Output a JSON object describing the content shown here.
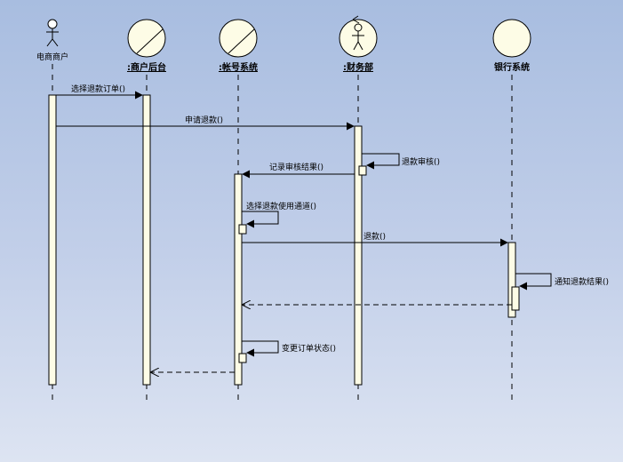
{
  "diagram": {
    "type": "sequence",
    "lifelines": [
      {
        "id": "merchant",
        "label": "电商商户",
        "kind": "actor"
      },
      {
        "id": "backend",
        "label": ":商户后台",
        "kind": "boundary"
      },
      {
        "id": "account",
        "label": ":帐号系统",
        "kind": "boundary"
      },
      {
        "id": "finance",
        "label": ":财务部",
        "kind": "control-actor"
      },
      {
        "id": "bank",
        "label": "银行系统",
        "kind": "entity"
      }
    ],
    "messages": [
      {
        "from": "merchant",
        "to": "backend",
        "label": "选择退款订单()",
        "style": "sync"
      },
      {
        "from": "merchant",
        "to": "finance",
        "label": "申请退款()",
        "style": "sync"
      },
      {
        "from": "finance",
        "to": "finance",
        "label": "退款审核()",
        "style": "self"
      },
      {
        "from": "finance",
        "to": "account",
        "label": "记录审核结果()",
        "style": "sync"
      },
      {
        "from": "account",
        "to": "account",
        "label": "选择退款使用通道()",
        "style": "self"
      },
      {
        "from": "account",
        "to": "bank",
        "label": "退款()",
        "style": "sync"
      },
      {
        "from": "bank",
        "to": "bank",
        "label": "通知退款结果()",
        "style": "self"
      },
      {
        "from": "bank",
        "to": "account",
        "label": "",
        "style": "return"
      },
      {
        "from": "account",
        "to": "account",
        "label": "变更订单状态()",
        "style": "self"
      },
      {
        "from": "account",
        "to": "backend",
        "label": "",
        "style": "return"
      }
    ],
    "colors": {
      "box_fill": "#fdfce6",
      "stroke": "#000000",
      "bg_top": "#a8bde0",
      "bg_bottom": "#dde4f2"
    }
  }
}
